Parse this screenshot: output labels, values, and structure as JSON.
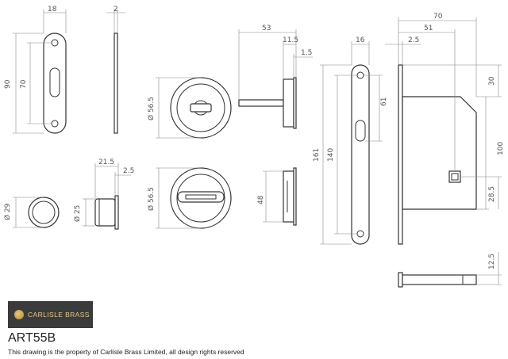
{
  "drawing": {
    "brand": "CARLISLE BRASS",
    "product_code": "ART55B",
    "rights_note": "This drawing is the property of Carlisle Brass Limited, all design rights reserved",
    "dimensions": {
      "escutcheon_width": "18",
      "escutcheon_height": "90",
      "escutcheon_slot_centres": "70",
      "plate_thickness": "2",
      "turn_spindle_length": "53",
      "turn_rose_depth": "11.5",
      "turn_plate_thickness": "1.5",
      "turn_diameter": "Ø 56.5",
      "release_diameter": "Ø 56.5",
      "pull_depth": "21.5",
      "pull_lip": "2.5",
      "pull_outer_diameter": "Ø 29",
      "pull_cup_diameter": "Ø 25",
      "release_body_height": "48",
      "forend_width": "16",
      "forend_height": "161",
      "forend_fixing_centres": "140",
      "forend_slot_height": "61",
      "lock_depth": "70",
      "backset": "51",
      "forend_thickness": "2.5",
      "lock_top_offset": "30",
      "lock_body_height": "100",
      "follower_height": "28.5",
      "lock_thickness": "12.5"
    }
  }
}
